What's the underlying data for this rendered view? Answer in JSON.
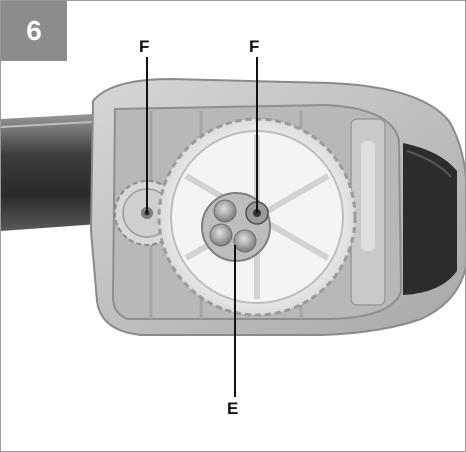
{
  "figure": {
    "step_number": "6",
    "callouts": {
      "f_left": "F",
      "f_right": "F",
      "e": "E"
    }
  },
  "colors": {
    "badge": "#8c8c8c",
    "housing": "#c6c6c6",
    "gear": "#f2f2f2",
    "background": "#ffffff"
  },
  "icons": {
    "pinion_gear": "pinion-gear-icon",
    "main_gear": "main-gear-icon",
    "screw": "screw-icon"
  }
}
